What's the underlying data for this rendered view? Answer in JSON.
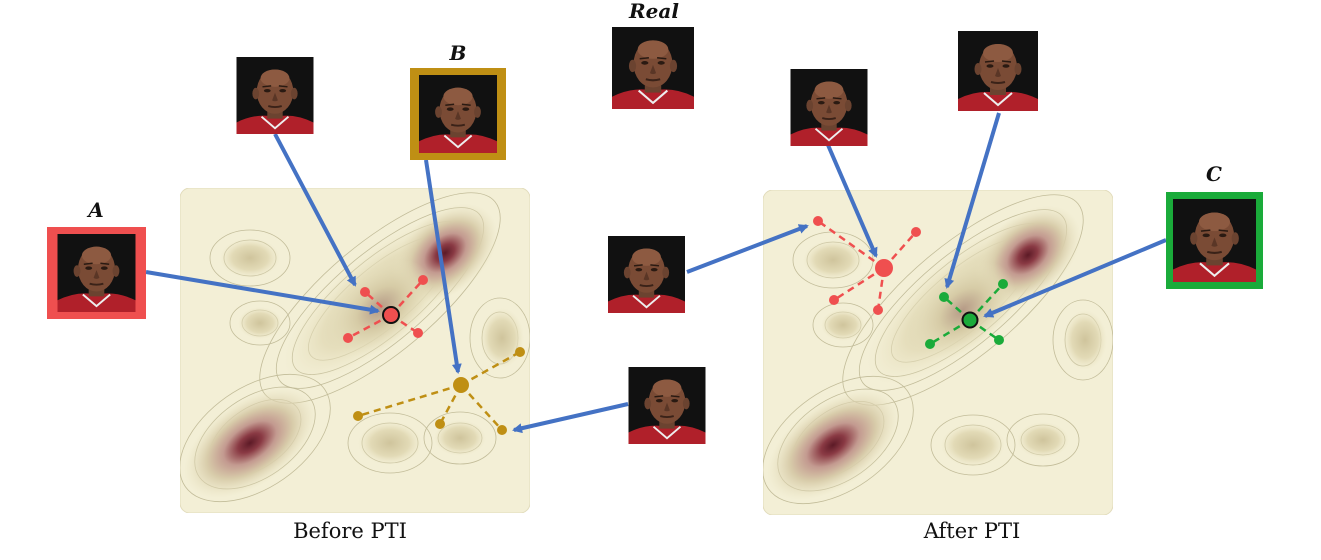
{
  "labels": {
    "a": "A",
    "b": "B",
    "c": "C",
    "real": "Real",
    "before": "Before PTI",
    "after": "After PTI"
  },
  "colors": {
    "contour_bg": "#f5f1d7",
    "contour_line": "#b9b48f",
    "contour_dark": "#7a2a36",
    "arrow": "#4472c4",
    "red": "#ef4f4f",
    "gold": "#bf8f14",
    "green": "#1aab3a",
    "frame_red": "#ef4f4f",
    "frame_gold": "#bf8f14",
    "frame_green": "#1aab3a"
  },
  "images": [
    {
      "id": "face-top-left",
      "icon": "face-photo"
    },
    {
      "id": "face-b",
      "icon": "face-photo"
    },
    {
      "id": "face-a",
      "icon": "face-photo"
    },
    {
      "id": "face-real",
      "icon": "face-photo"
    },
    {
      "id": "face-mid-left",
      "icon": "face-photo"
    },
    {
      "id": "face-bottom-mid",
      "icon": "face-photo"
    },
    {
      "id": "face-after-1",
      "icon": "face-photo"
    },
    {
      "id": "face-after-2",
      "icon": "face-photo"
    },
    {
      "id": "face-c",
      "icon": "face-photo"
    }
  ]
}
